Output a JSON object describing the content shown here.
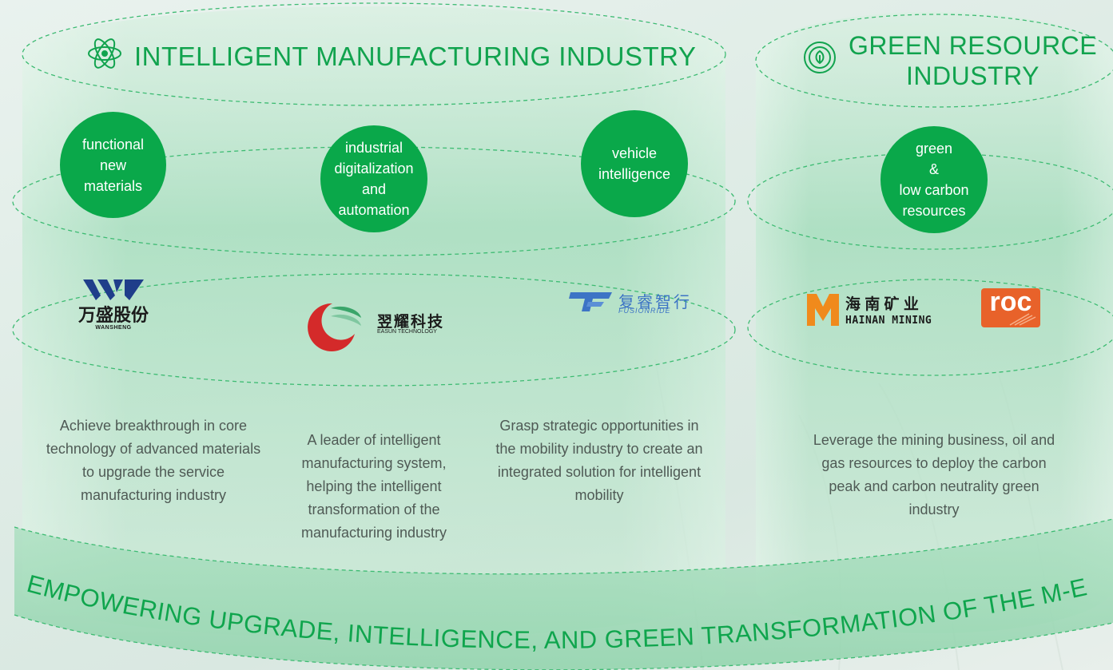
{
  "manufacturing": {
    "title": "INTELLIGENT MANUFACTURING INDUSTRY",
    "icon": "atom-icon",
    "segments": [
      {
        "circle_lines": [
          "functional",
          "new",
          "materials"
        ],
        "logo": {
          "cn": "万盛股份",
          "en": "WANSHENG",
          "icon": "wansheng-logo"
        },
        "description": "Achieve breakthrough in core technology of advanced materials to upgrade the service manufacturing industry"
      },
      {
        "circle_lines": [
          "industrial",
          "digitalization",
          "and",
          "automation"
        ],
        "logo": {
          "cn": "翌耀科技",
          "en": "EASUN TECHNOLOGY",
          "icon": "easun-logo"
        },
        "description": "A leader of intelligent manufacturing system, helping the intelligent transformation of the manufacturing industry"
      },
      {
        "circle_lines": [
          "vehicle",
          "intelligence"
        ],
        "logo": {
          "cn": "复睿智行",
          "en": "FUSIONRIDE",
          "icon": "fusionride-logo"
        },
        "description": "Grasp strategic opportunities in the mobility industry  to create an integrated solution for intelligent mobility"
      }
    ]
  },
  "green": {
    "title_lines": [
      "GREEN RESOURCE",
      "INDUSTRY"
    ],
    "icon": "leaf-recycle-icon",
    "circle_lines": [
      "green",
      "&",
      "low carbon",
      "resources"
    ],
    "logos": [
      {
        "cn": "海 南 矿 业",
        "en": "HAINAN MINING",
        "icon": "hainan-mining-logo"
      },
      {
        "text": "roc",
        "icon": "roc-logo"
      }
    ],
    "description": "Leverage the mining business, oil and gas resources to deploy the carbon peak and carbon neutrality green industry"
  },
  "banner": "EMPOWERING UPGRADE, INTELLIGENCE, AND GREEN TRANSFORMATION OF THE M-END",
  "colors": {
    "accent": "#0aa84a",
    "title": "#11a34e",
    "text": "#4f5a55",
    "wansheng_blue": "#1f3e8a",
    "easun_red": "#d42a2a",
    "fusionride_blue": "#3d74c5",
    "hainan_orange": "#f08a1c",
    "roc_orange": "#e8622a"
  }
}
